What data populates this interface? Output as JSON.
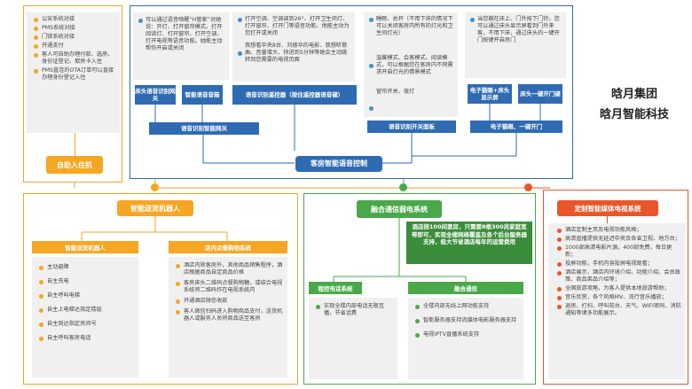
{
  "brand": {
    "line1": "晗月集团",
    "line2": "晗月智能科技"
  },
  "checkin": {
    "items": [
      "公安系统对接",
      "PMS系统对接",
      "门锁系统对接",
      "开通支付",
      "客人可自助办理付款、选房、身份证登记、取房卡入住",
      "PMS直连的OTA订单可以直接办理身份登记入住"
    ],
    "label": "自助入住机"
  },
  "voice": {
    "col1": {
      "text": "可以通过语音唤醒“H管家”对她说：开灯、打开窗帘模式、打开阅读灯、打开窗帘、打开空调、打开电视等语音功能。她能主动帮你开启或关闭",
      "btn1": "床头语音识别网关",
      "btn2": "智能语音音箱"
    },
    "col2": {
      "text1": "打开空调、空调调到26°、打开卫生间灯、打开窗帘、打开门等语音功能。他能主动为您打开或关闭",
      "text2": "我想看中央8台、刘德华的电影、我想听歌曲、音量增大、快进到5分钟等她会主动跳转到您需要的电视页面",
      "btn": "语音识别遥控器（按住遥控器语音键）"
    },
    "col3": {
      "text1": "睡眠、总开（不用下床的情况下可以关闭客房内所有的灯光和卫生间灯光）",
      "text2": "温馨模式、会客模式、阅读模式，可以根据您在客房内不同需求开启灯光的情景模式",
      "text3": "窗帘开关、夜灯",
      "btn": "语音识别开关面板"
    },
    "col4": {
      "text": "当您躺在床上、门外按下门铃，您可以通过床头显示屏看到门外来客，不用下床，通过床头的一键开门按键开启房门",
      "btn1": "电子猫眼+床头显示屏",
      "btn2": "床头一键开门键",
      "btn3": "电子猫眼、一键开门"
    },
    "gateway": "语音识别智能网关",
    "title": "客房智能语音控制"
  },
  "robot": {
    "title": "智能送货机器人",
    "left": {
      "title": "智能送货机器人",
      "items": [
        "主动避障",
        "自主充电",
        "自主呼叫电梯",
        "自主上电梯达指定楼层",
        "自主到达指定房间号",
        "自主呼叫客房电话"
      ]
    },
    "right": {
      "title": "店内点餐购物系统",
      "items": [
        "酒店内除客房外，其他商品销售程序，酒店根据商品自定商品价格",
        "客房床头二维码点餐购物糖，或结合电视系统将二维码作在电视系统内",
        "开通酒店微信收款",
        "客人微信扫码进入购物商品支付，送货机器人或服务人员将商品送至客房"
      ]
    }
  },
  "net": {
    "title": "融合通信弱电系统",
    "banner": "酒店按100间套房，只需要8根300兆家庭宽带即可，实现全楼网络覆盖及各个后台服务器支持，极大节省酒店每年的运营费用",
    "left": {
      "title": "程控电话系统",
      "items": [
        "实现全楼内部电话无限互播，节省话费"
      ]
    },
    "right": {
      "title": "融合通信",
      "items": [
        "全楼内部无线上网功能支持",
        "智能服务器支持流媒体电影服务器支持",
        "电视IPTV直播系统支持"
      ]
    }
  },
  "media": {
    "title": "定制智能媒体电视系统",
    "items": [
      "酒店定制主页及电视功能风格；",
      "高清直播提供无延迟中央及各省卫视、地方台；",
      "1000部高清电影片源，400部免费，每日更新；",
      "投屏功能，手机内容投屏电视观看；",
      "酒店展示，酒店内环境介绍、功能介绍、会员政策、商品菜品介绍等；",
      "全国旅游攻略，为客人提供本地旅游帮助；",
      "音乐欣赏，各个风格MV、流行音乐播放；",
      "退房、打扫、呼叫前台、天气、WIFI密码、消防通知等诸多功能展示。"
    ]
  }
}
